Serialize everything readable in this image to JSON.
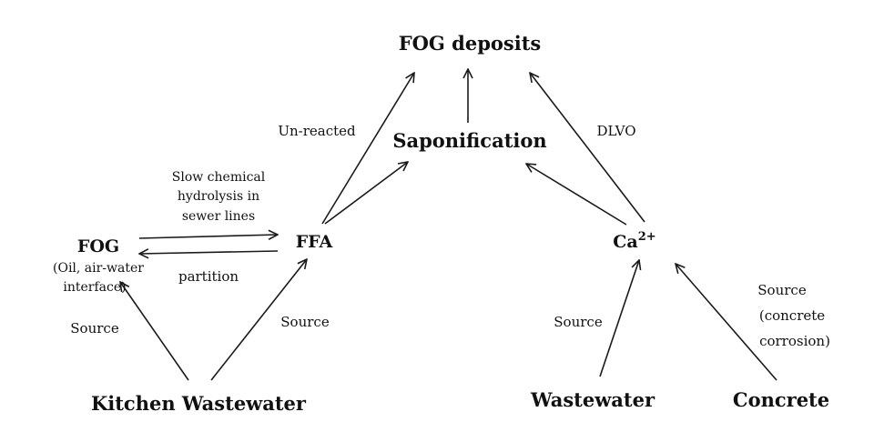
{
  "nodes": {
    "fog_deposits": "FOG deposits",
    "saponification": "Saponification",
    "fog": "FOG",
    "fog_note_line1": "(Oil, air-water",
    "fog_note_line2": "interface)",
    "ffa": "FFA",
    "ca_base": "Ca",
    "ca_sup": "2+",
    "kitchen_wastewater": "Kitchen Wastewater",
    "wastewater": "Wastewater",
    "concrete": "Concrete"
  },
  "edge_labels": {
    "unreacted": "Un-reacted",
    "dlvo": "DLVO",
    "hydrolysis_line1": "Slow chemical",
    "hydrolysis_line2": "hydrolysis in",
    "hydrolysis_line3": "sewer lines",
    "partition": "partition",
    "source_fog": "Source",
    "source_ffa": "Source",
    "source_ca": "Source",
    "source_concrete_line1": "Source",
    "source_concrete_line2": "(concrete",
    "source_concrete_line3": "corrosion)"
  }
}
